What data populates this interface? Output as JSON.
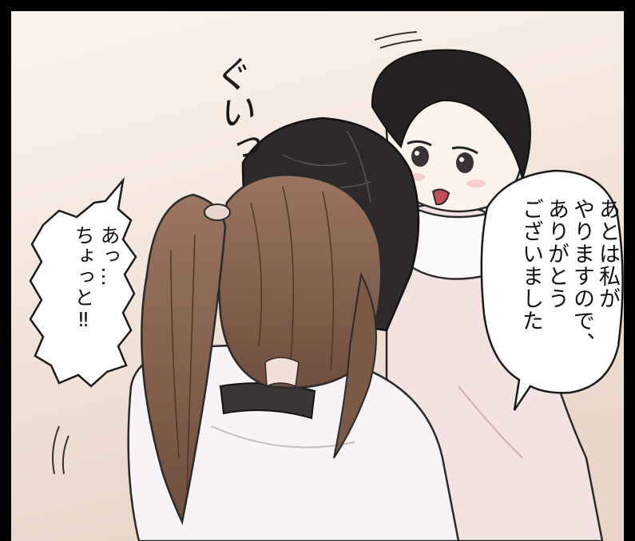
{
  "panel": {
    "speech_right": "あとは私が\nやりますので、\nありがとう\nございました",
    "speech_left": "あっ…\nちょっと‼",
    "sfx": "ぐいっ"
  },
  "colors": {
    "background_top": "#fbf4ee",
    "background_bottom": "#ecd8cc",
    "brown_hair": "#8a6550",
    "black_hair": "#262224",
    "coat_pink": "#f3e2e0",
    "coat_white": "#f7f3f6"
  }
}
